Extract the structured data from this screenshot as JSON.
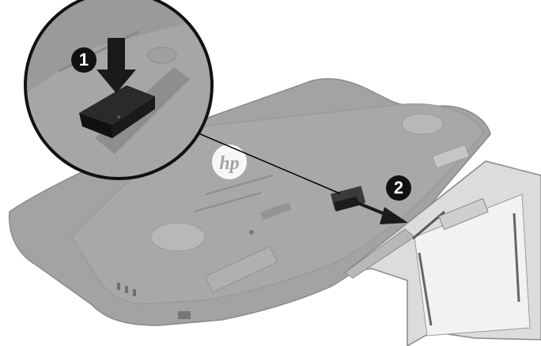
{
  "figure": {
    "logo_text": "hp",
    "steps": [
      {
        "label": "1"
      },
      {
        "label": "2"
      }
    ]
  }
}
